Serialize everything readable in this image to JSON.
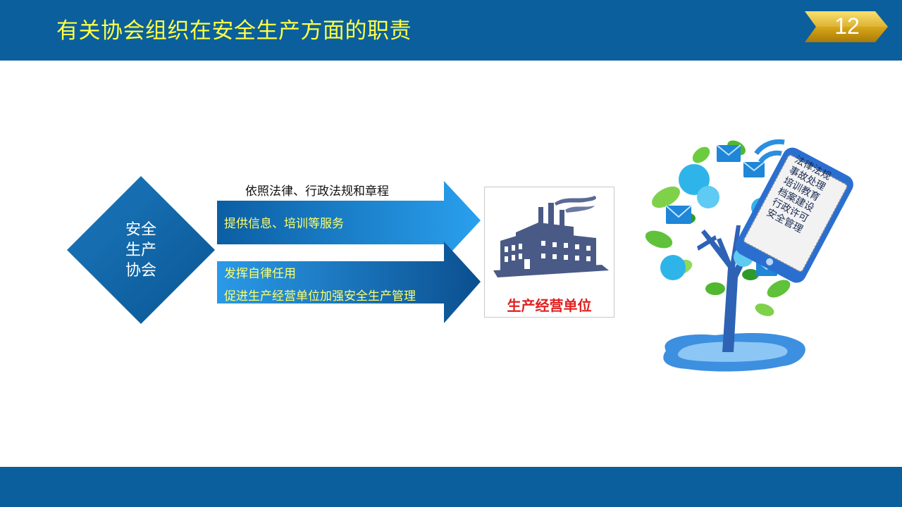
{
  "header": {
    "title": "有关协会组织在安全生产方面的职责",
    "page_number": "12"
  },
  "diagram": {
    "source": {
      "lines": [
        "安全",
        "生产",
        "协会"
      ]
    },
    "basis_label": "依照法律、行政法规和章程",
    "arrow_top": {
      "text": "提供信息、培训等服务"
    },
    "arrow_bottom": {
      "line1": "发挥自律任用",
      "line2": "促进生产经营单位加强安全生产管理"
    },
    "target": {
      "label": "生产经营单位"
    }
  },
  "tree_phone": {
    "lines": [
      "法律法规",
      "事故处理",
      "培训教育",
      "档案建设",
      "行政许可",
      "安全管理"
    ]
  },
  "colors": {
    "bar": "#0b5f9c",
    "title": "#ffff44",
    "arrow_text": "#ffff66",
    "target_label": "#e02020",
    "badge_gold": "#d4a514"
  }
}
